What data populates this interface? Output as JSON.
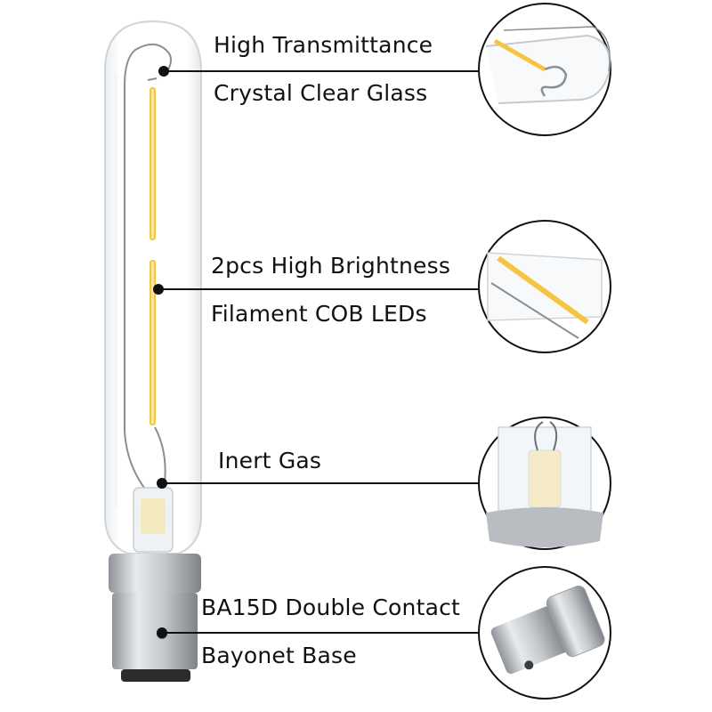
{
  "features": [
    {
      "line1": "High Transmittance",
      "line2": "Crystal Clear Glass"
    },
    {
      "line1": "2pcs High Brightness",
      "line2": "Filament COB LEDs"
    },
    {
      "line1": "Inert Gas",
      "line2": ""
    },
    {
      "line1": "BA15D Double Contact",
      "line2": "Bayonet Base"
    }
  ],
  "colors": {
    "filament": "#f5c542",
    "glass_edge": "#cfd4d8",
    "metal": "#b9bdc2",
    "leader_line": "#111111"
  },
  "icons": {
    "bulb": "tubular-filament-bulb",
    "detail_1": "glass-tip-detail",
    "detail_2": "filament-detail",
    "detail_3": "inert-gas-detail",
    "detail_4": "bayonet-base-detail"
  }
}
